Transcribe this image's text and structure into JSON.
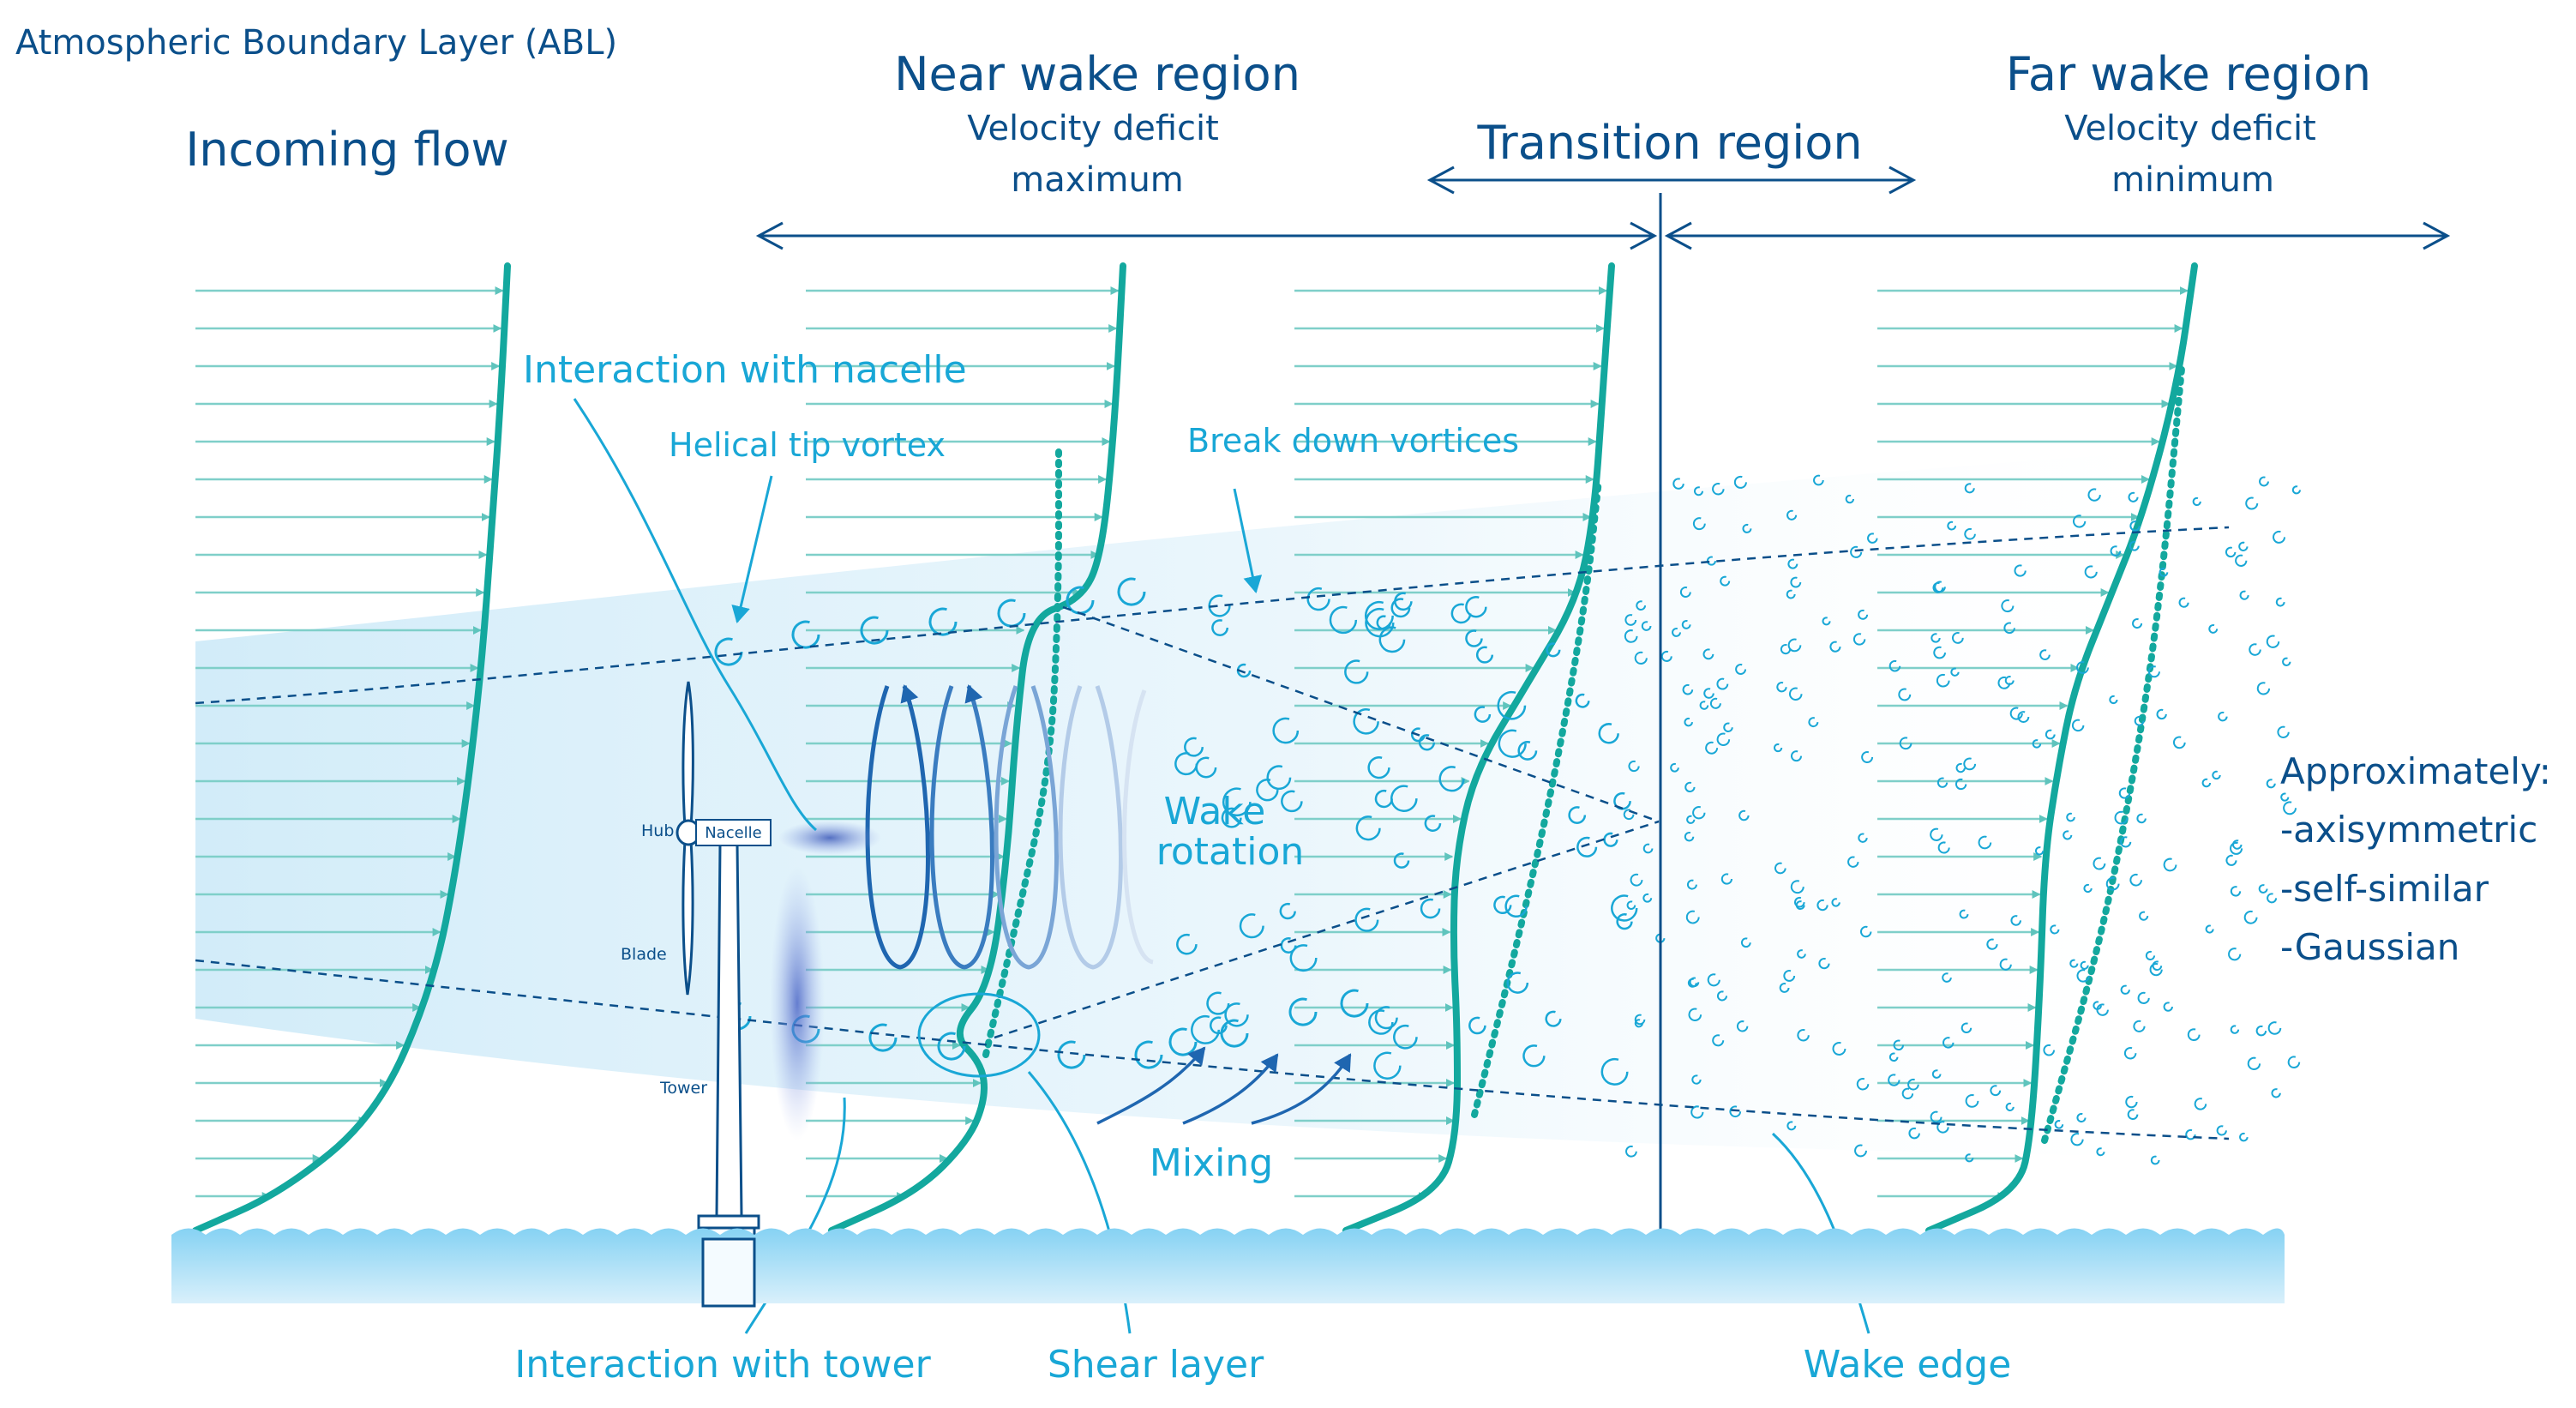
{
  "header": {
    "abl_title": "Atmospheric Boundary Layer (ABL)",
    "incoming_flow": "Incoming flow",
    "near_wake": {
      "title": "Near wake region",
      "line1": "Velocity deficit",
      "line2": "maximum"
    },
    "transition": {
      "title": "Transition region"
    },
    "far_wake": {
      "title": "Far wake region",
      "line1": "Velocity deficit",
      "line2": "minimum"
    }
  },
  "labels": {
    "interaction_nacelle": "Interaction with nacelle",
    "helical_tip_vortex": "Helical tip vortex",
    "break_down_vortices": "Break down vortices",
    "wake_rotation_1": "Wake",
    "wake_rotation_2": "rotation",
    "mixing": "Mixing",
    "interaction_tower": "Interaction with tower",
    "shear_layer": "Shear layer",
    "wake_edge": "Wake edge"
  },
  "turbine": {
    "hub": "Hub",
    "nacelle": "Nacelle",
    "blade": "Blade",
    "tower": "Tower"
  },
  "properties": {
    "title": "Approximately:",
    "items": [
      "-axisymmetric",
      "-self-similar",
      "-Gaussian"
    ]
  },
  "colors": {
    "navy": "#0b4f8a",
    "cyan": "#19a7d6",
    "profile_teal": "#13a89e",
    "arrow_teal": "#7fcfc9",
    "water": "#7ecbef",
    "wake_shade": "#cfeaf8"
  }
}
